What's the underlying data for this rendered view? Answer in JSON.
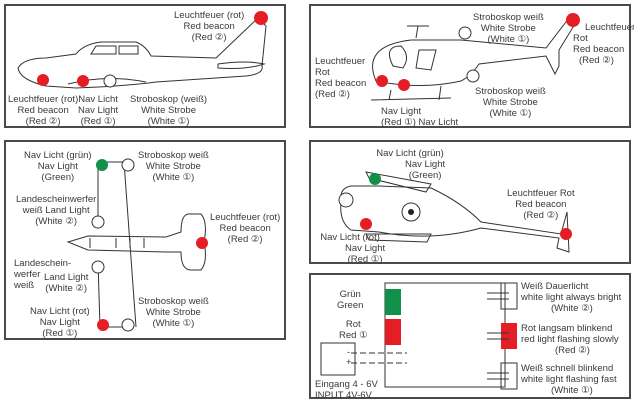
{
  "colors": {
    "red": "#e31e24",
    "green": "#12904a",
    "outline": "#333333"
  },
  "panels": {
    "airplane_side": {
      "tail_beacon": [
        "Leuchtfeuer (rot)",
        "Red beacon",
        "(Red ②)"
      ],
      "belly_beacon": [
        "Leuchtfeuer (rot)",
        "Red beacon",
        "(Red ②)"
      ],
      "nav": [
        "Nav Licht",
        "Nav Light",
        "(Red ①)"
      ],
      "strobe": [
        "Stroboskop (weiß)",
        "White Strobe",
        "(White ①)"
      ]
    },
    "heli_side": {
      "top_strobe": [
        "Stroboskop weiß",
        "White Strobe",
        "(White ①)"
      ],
      "tail_beacon": [
        "Leuchtfeuer",
        "Rot",
        "Red beacon",
        "(Red ②)"
      ],
      "front_beacon": [
        "Leuchtfeuer",
        "Rot",
        "Red beacon",
        "(Red ②)"
      ],
      "bottom_strobe": [
        "Stroboskop weiß",
        "White Strobe",
        "(White ①)"
      ],
      "nav": [
        "Nav Light",
        "(Red ①) Nav Licht"
      ]
    },
    "airplane_top": {
      "nav_green": [
        "Nav Licht (grün)",
        "Nav Light",
        "(Green)"
      ],
      "strobe_top": [
        "Stroboskop weiß",
        "White Strobe",
        "(White ①)"
      ],
      "land_top": [
        "Landescheinwerfer",
        "weiß Land Light",
        "(White ②)"
      ],
      "beacon": [
        "Leuchtfeuer (rot)",
        "Red beacon",
        "(Red ②)"
      ],
      "land_bottom_de": [
        "Landeschein-",
        "werfer",
        "weiß"
      ],
      "land_bottom_en": [
        "Land Light",
        "(White ②)"
      ],
      "nav_red": [
        "Nav Licht (rot)",
        "Nav Light",
        "(Red ①)"
      ],
      "strobe_bottom": [
        "Stroboskop weiß",
        "White Strobe",
        "(White ①)"
      ]
    },
    "heli_top": {
      "nav_green": [
        "Nav Licht (grün)",
        "Nav Light",
        "(Green)"
      ],
      "beacon": [
        "Leuchtfeuer Rot",
        "Red beacon",
        "(Red ②)"
      ],
      "nav_red": [
        "Nav Licht (rot)",
        "Nav Light",
        "(Red ①)"
      ]
    },
    "wiring": {
      "green": [
        "Grün",
        "Green"
      ],
      "red": [
        "Rot",
        "Red ①"
      ],
      "input": [
        "Eingang 4 - 6V",
        "INPUT 4V-6V"
      ],
      "minus": "-",
      "plus": "+",
      "out1": [
        "Weiß Dauerlicht",
        "white light  always  bright",
        "(White ②)"
      ],
      "out2": [
        "Rot langsam blinkend",
        "red light flashing slowly",
        "(Red ②)"
      ],
      "out3": [
        "Weiß schnell blinkend",
        "white light  flashing fast",
        "(White ①)"
      ]
    }
  }
}
